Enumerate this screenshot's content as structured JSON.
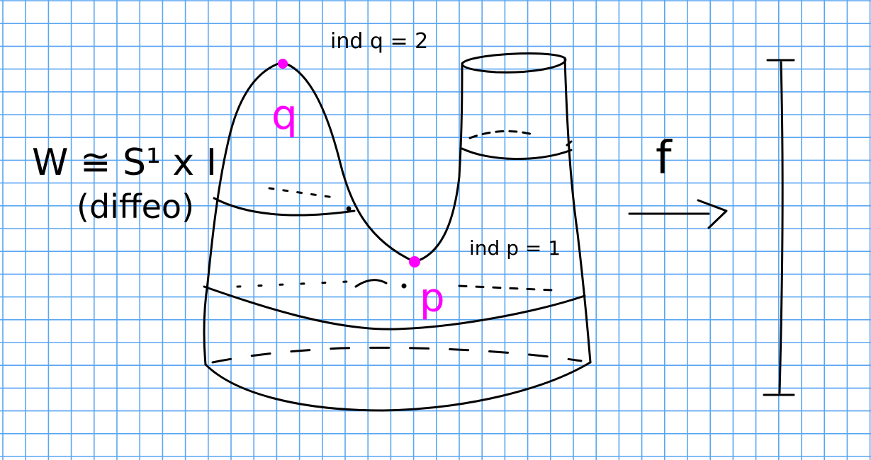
{
  "colors": {
    "grid": "#5aa6f2",
    "ink": "#000000",
    "critical_point": "#ff00ff"
  },
  "labels": {
    "manifold": "W ≅ S¹ x I",
    "manifold_note": "(diffeo)",
    "map": "f",
    "q_index": "ind q = 2",
    "p_index": "ind p = 1",
    "q": "q",
    "p": "p"
  }
}
